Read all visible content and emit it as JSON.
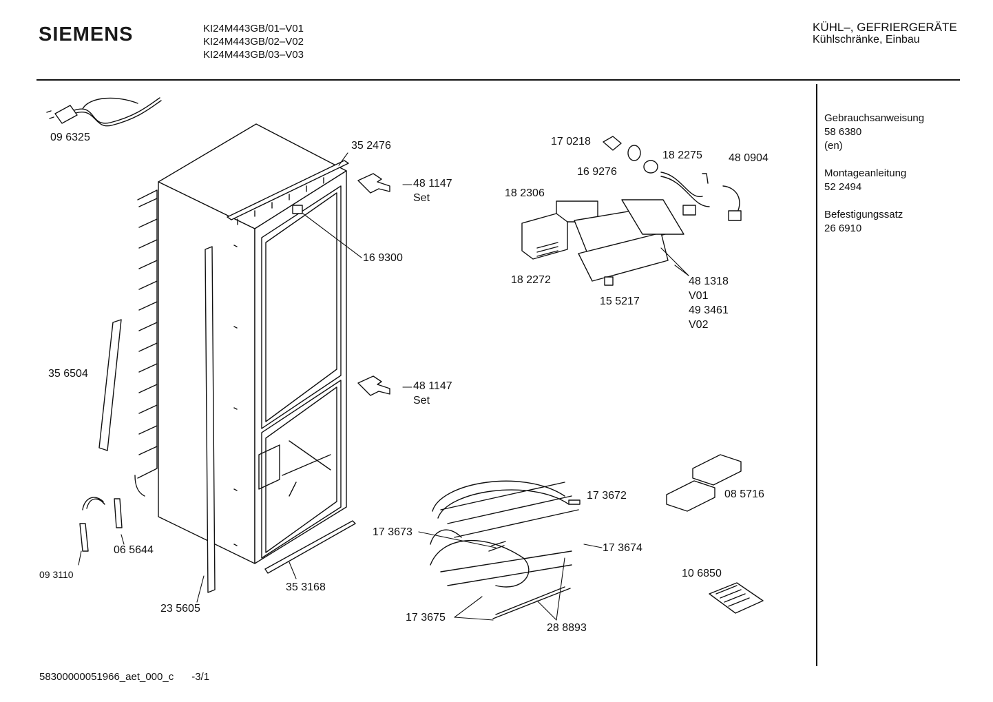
{
  "header": {
    "brand": "SIEMENS",
    "models": [
      "KI24M443GB/01–V01",
      "KI24M443GB/02–V02",
      "KI24M443GB/03–V03"
    ],
    "category": "KÜHL–, GEFRIERGERÄTE",
    "subcategory": "Kühlschränke, Einbau"
  },
  "documents": [
    {
      "title": "Gebrauchsanweisung",
      "number": "58  6380",
      "note": "(en)"
    },
    {
      "title": "Montageanleitung",
      "number": "52 2494",
      "note": ""
    },
    {
      "title": "Befestigungssatz",
      "number": "26 6910",
      "note": ""
    }
  ],
  "parts": {
    "p096325": "09 6325",
    "p352476": "35 2476",
    "p481147a": "48 1147",
    "p481147a_set": "Set",
    "p169300": "16 9300",
    "p356504": "35 6504",
    "p481147b": "48 1147",
    "p481147b_set": "Set",
    "p065644": "06 5644",
    "p093110": "09 3110",
    "p353168": "35 3168",
    "p235605": "23 5605",
    "p170218": "17 0218",
    "p169276": "16 9276",
    "p182275": "18 2275",
    "p480904": "48 0904",
    "p182306": "18 2306",
    "p182272": "18 2272",
    "p155217": "15 5217",
    "p481318": "48 1318",
    "p481318_v": "V01",
    "p493461": "49 3461",
    "p493461_v": "V02",
    "p173672": "17 3672",
    "p173673": "17 3673",
    "p173674": "17 3674",
    "p173675": "17 3675",
    "p288893": "28 8893",
    "p085716": "08 5716",
    "p106850": "10 6850"
  },
  "footer": {
    "doc_id": "58300000051966_aet_000_c",
    "page": "-3/1"
  }
}
